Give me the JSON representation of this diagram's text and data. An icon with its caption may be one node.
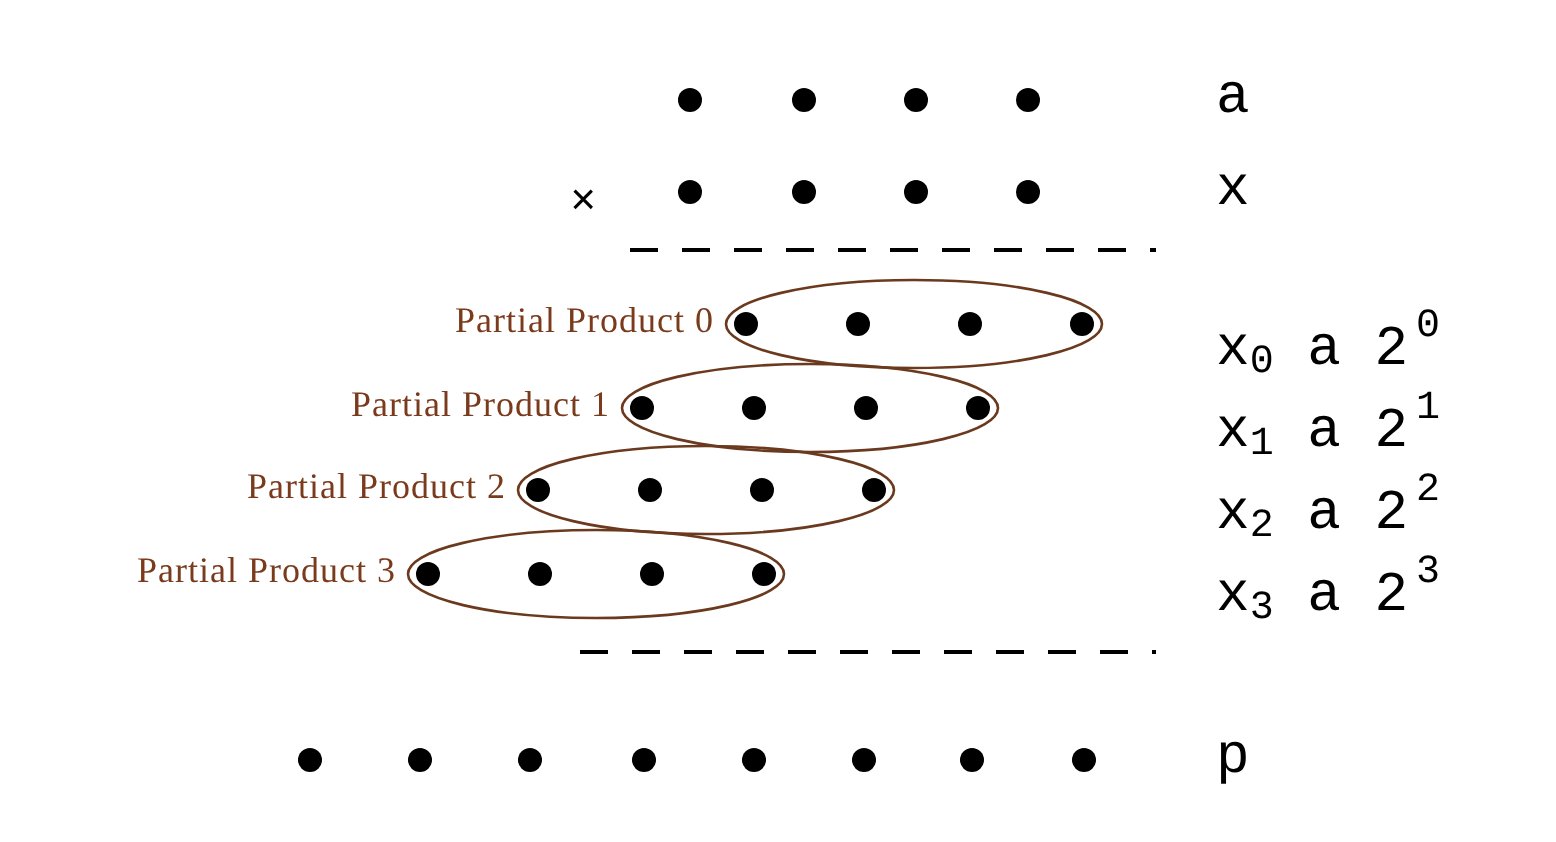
{
  "diagram": {
    "nodes": [
      {
        "text": [],
        "shape": "ellipse",
        "beside": [
          "Partial Product 0"
        ]
      },
      {
        "text": [],
        "shape": "ellipse",
        "beside": [
          "Partial Product 1"
        ]
      },
      {
        "text": [],
        "shape": "ellipse",
        "beside": [
          "Partial Product 2"
        ]
      },
      {
        "text": [],
        "shape": "ellipse",
        "beside": [
          "Partial Product 3"
        ]
      }
    ],
    "labels": [
      "a",
      "×",
      "x",
      "x$_{0}$ a 2$^{0}$",
      "x$_{1}$ a 2$^{1}$",
      "x$_{2}$ a 2$^{2}$",
      "x$_{3}$ a 2$^{3}$",
      "p"
    ]
  }
}
